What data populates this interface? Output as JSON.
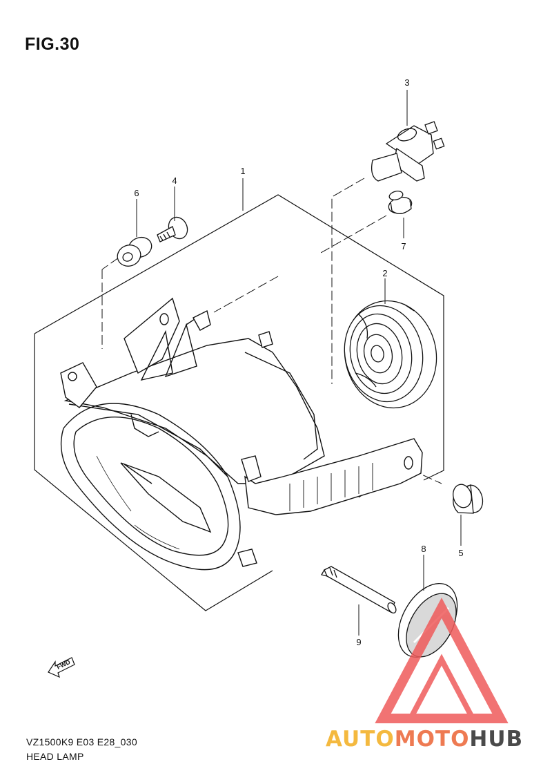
{
  "figure": {
    "title": "FIG.30"
  },
  "callouts": [
    {
      "id": "1",
      "label": "1"
    },
    {
      "id": "2",
      "label": "2"
    },
    {
      "id": "3",
      "label": "3"
    },
    {
      "id": "4",
      "label": "4"
    },
    {
      "id": "5",
      "label": "5"
    },
    {
      "id": "6",
      "label": "6"
    },
    {
      "id": "7",
      "label": "7"
    },
    {
      "id": "8",
      "label": "8"
    },
    {
      "id": "9",
      "label": "9"
    }
  ],
  "direction_marker": {
    "label": "FWD",
    "icon": "forward-arrow-icon"
  },
  "footer": {
    "code": "VZ1500K9 E03 E28_030",
    "name": "HEAD LAMP"
  },
  "watermark": {
    "part1": "AUTO",
    "part2": "MOTO",
    "part3": "HUB",
    "colors": {
      "light": "#f4b93f",
      "mid": "#ee7a52",
      "dark": "#4a4a4a",
      "triangle": "#ef5b5b"
    }
  }
}
